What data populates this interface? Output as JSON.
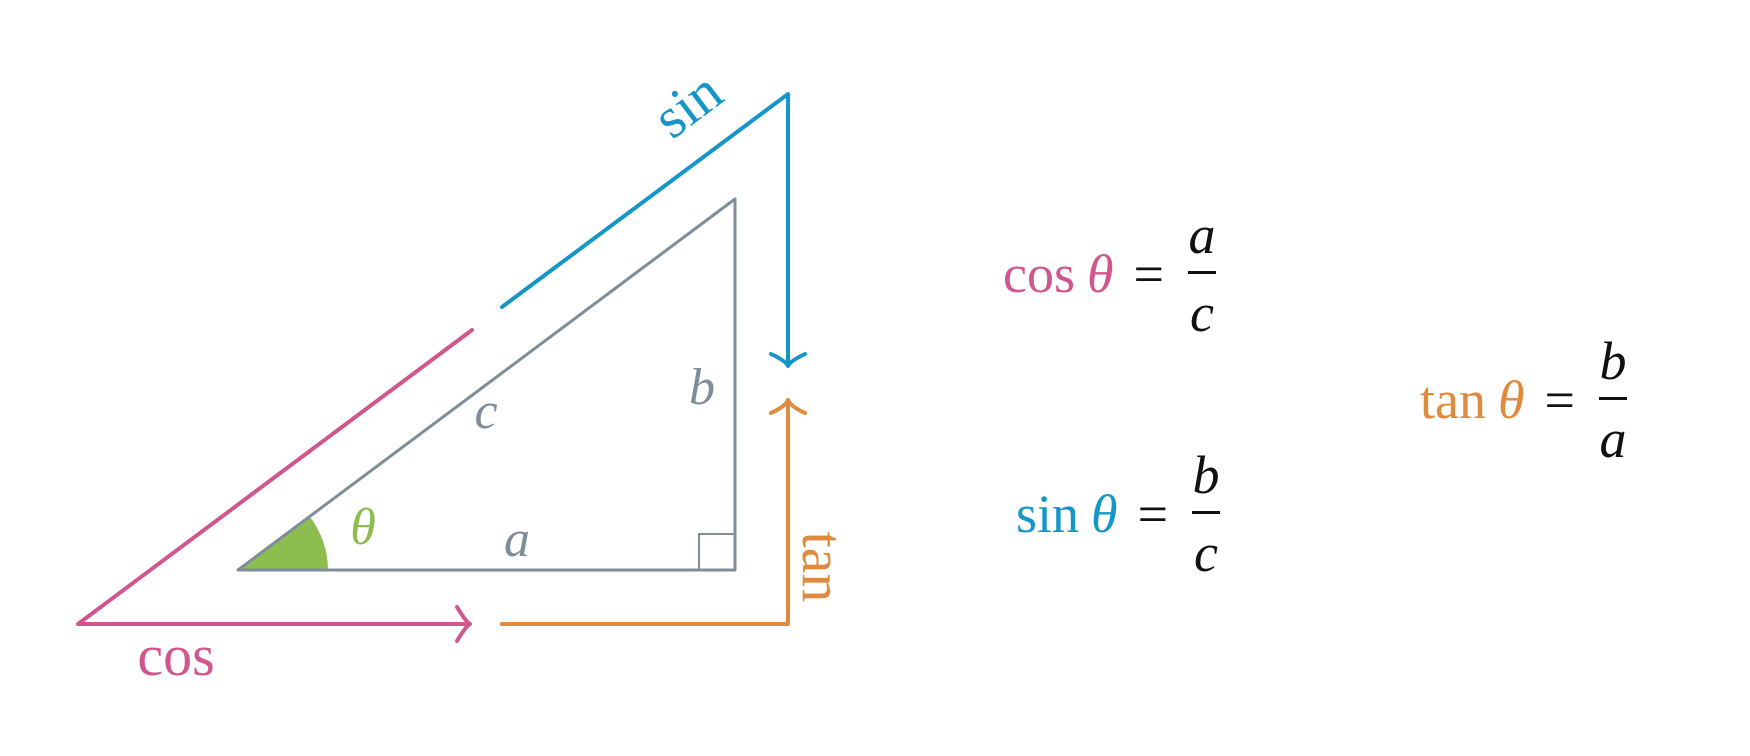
{
  "colors": {
    "cos": "#d0568d",
    "sin": "#1596c8",
    "tan": "#e08a3e",
    "angle": "#8cbd4e",
    "triangle": "#7f8c99",
    "text": "#111111"
  },
  "triangle": {
    "side_hyp": "c",
    "side_adj": "a",
    "side_opp": "b",
    "angle": "θ",
    "right_angle_marker": true
  },
  "arrows": {
    "cos": "cos",
    "sin": "sin",
    "tan": "tan"
  },
  "formulas": {
    "cos": {
      "func": "cos",
      "var": "θ",
      "eq": "=",
      "num": "a",
      "den": "c"
    },
    "sin": {
      "func": "sin",
      "var": "θ",
      "eq": "=",
      "num": "b",
      "den": "c"
    },
    "tan": {
      "func": "tan",
      "var": "θ",
      "eq": "=",
      "num": "b",
      "den": "a"
    }
  }
}
